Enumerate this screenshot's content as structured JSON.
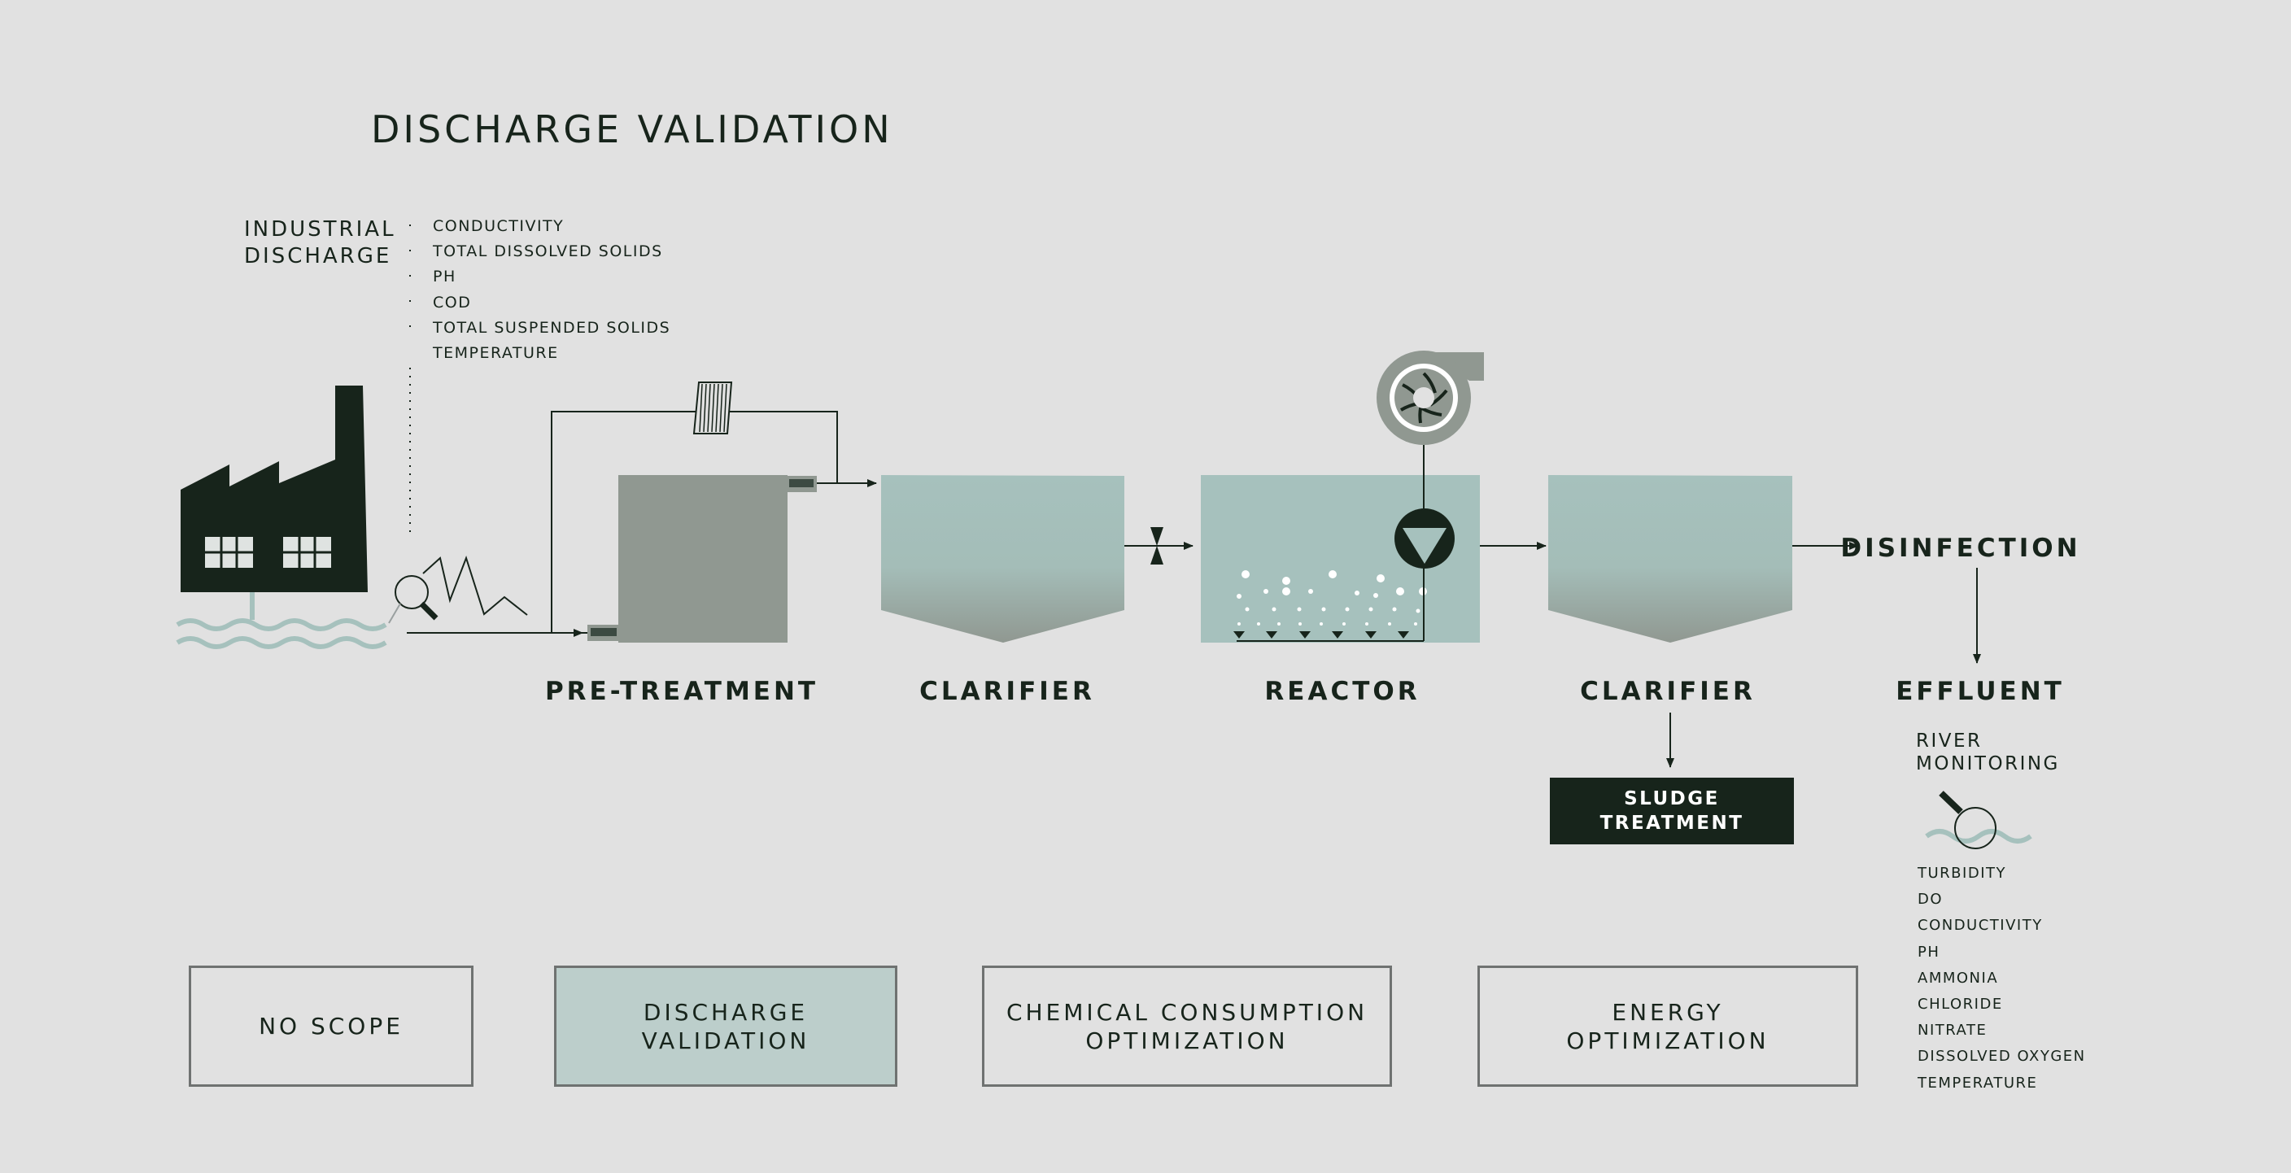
{
  "title": "DISCHARGE VALIDATION",
  "industrial": {
    "label_lines": [
      "INDUSTRIAL",
      "DISCHARGE"
    ],
    "parameters": [
      "CONDUCTIVITY",
      "TOTAL DISSOLVED SOLIDS",
      "PH",
      "COD",
      "TOTAL SUSPENDED SOLIDS",
      "TEMPERATURE"
    ]
  },
  "stages": {
    "pretreatment": "PRE-TREATMENT",
    "clarifier_1": "CLARIFIER",
    "reactor": "REACTOR",
    "clarifier_2": "CLARIFIER",
    "disinfection": "DISINFECTION",
    "effluent": "EFFLUENT"
  },
  "sludge": {
    "line1": "SLUDGE",
    "line2": "TREATMENT"
  },
  "river": {
    "label_lines": [
      "RIVER",
      "MONITORING"
    ],
    "parameters": [
      "TURBIDITY",
      "DO",
      "CONDUCTIVITY",
      "PH",
      "AMMONIA",
      "CHLORIDE",
      "NITRATE",
      "DISSOLVED OXYGEN",
      "TEMPERATURE"
    ]
  },
  "scopes": [
    {
      "label": "NO SCOPE",
      "active": false
    },
    {
      "label": "DISCHARGE\nVALIDATION",
      "active": true
    },
    {
      "label": "CHEMICAL CONSUMPTION\nOPTIMIZATION",
      "active": false
    },
    {
      "label": "ENERGY\nOPTIMIZATION",
      "active": false
    }
  ],
  "colors": {
    "background": "#e1e1e1",
    "dark": "#17241b",
    "tank_teal": "#a6c1bd",
    "tank_grey": "#909891",
    "active_scope": "#bccecb"
  }
}
